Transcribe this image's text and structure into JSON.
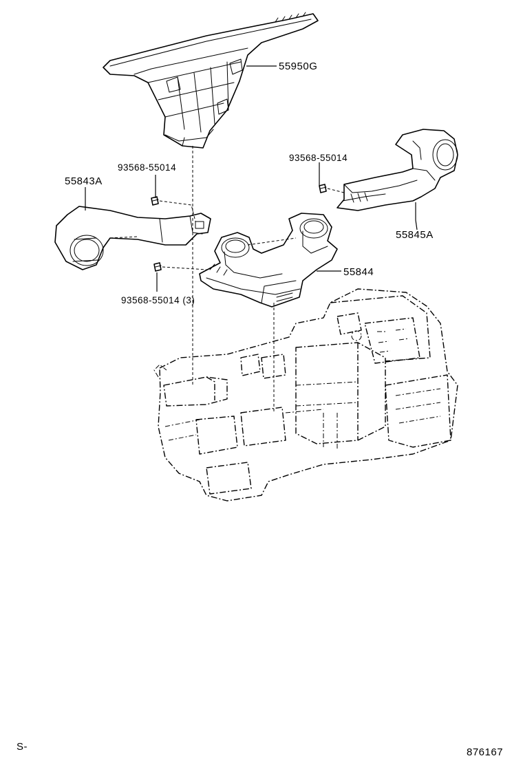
{
  "labels": {
    "duct_top": "55950G",
    "duct_left": "55843A",
    "duct_right": "55845A",
    "duct_center": "55844",
    "screw_left": "93568-55014",
    "screw_right": "93568-55014",
    "screw_lower": "93568-55014 (3)"
  },
  "footer": {
    "prefix": "S-",
    "figure_number": "876167"
  }
}
